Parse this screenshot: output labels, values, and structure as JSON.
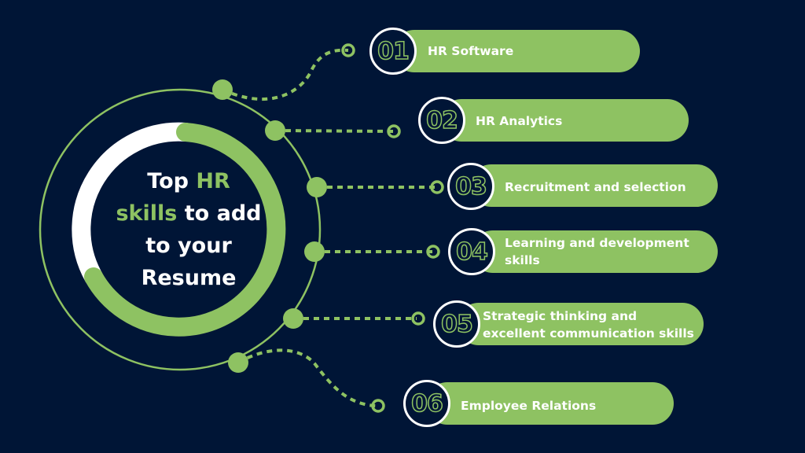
{
  "title": {
    "w1": "Top",
    "w2": "HR",
    "w3": "skills",
    "w4": "to add",
    "w5": "to your",
    "w6": "Resume"
  },
  "items": [
    {
      "number": "01",
      "label": "HR Software"
    },
    {
      "number": "02",
      "label": "HR Analytics"
    },
    {
      "number": "03",
      "label": "Recruitment and selection"
    },
    {
      "number": "04",
      "label": "Learning and development skills"
    },
    {
      "number": "05",
      "label": "Strategic thinking and excellent communication skills"
    },
    {
      "number": "06",
      "label": "Employee Relations"
    }
  ],
  "colors": {
    "background": "#001536",
    "accent": "#8ec262",
    "ring_white": "#ffffff"
  }
}
